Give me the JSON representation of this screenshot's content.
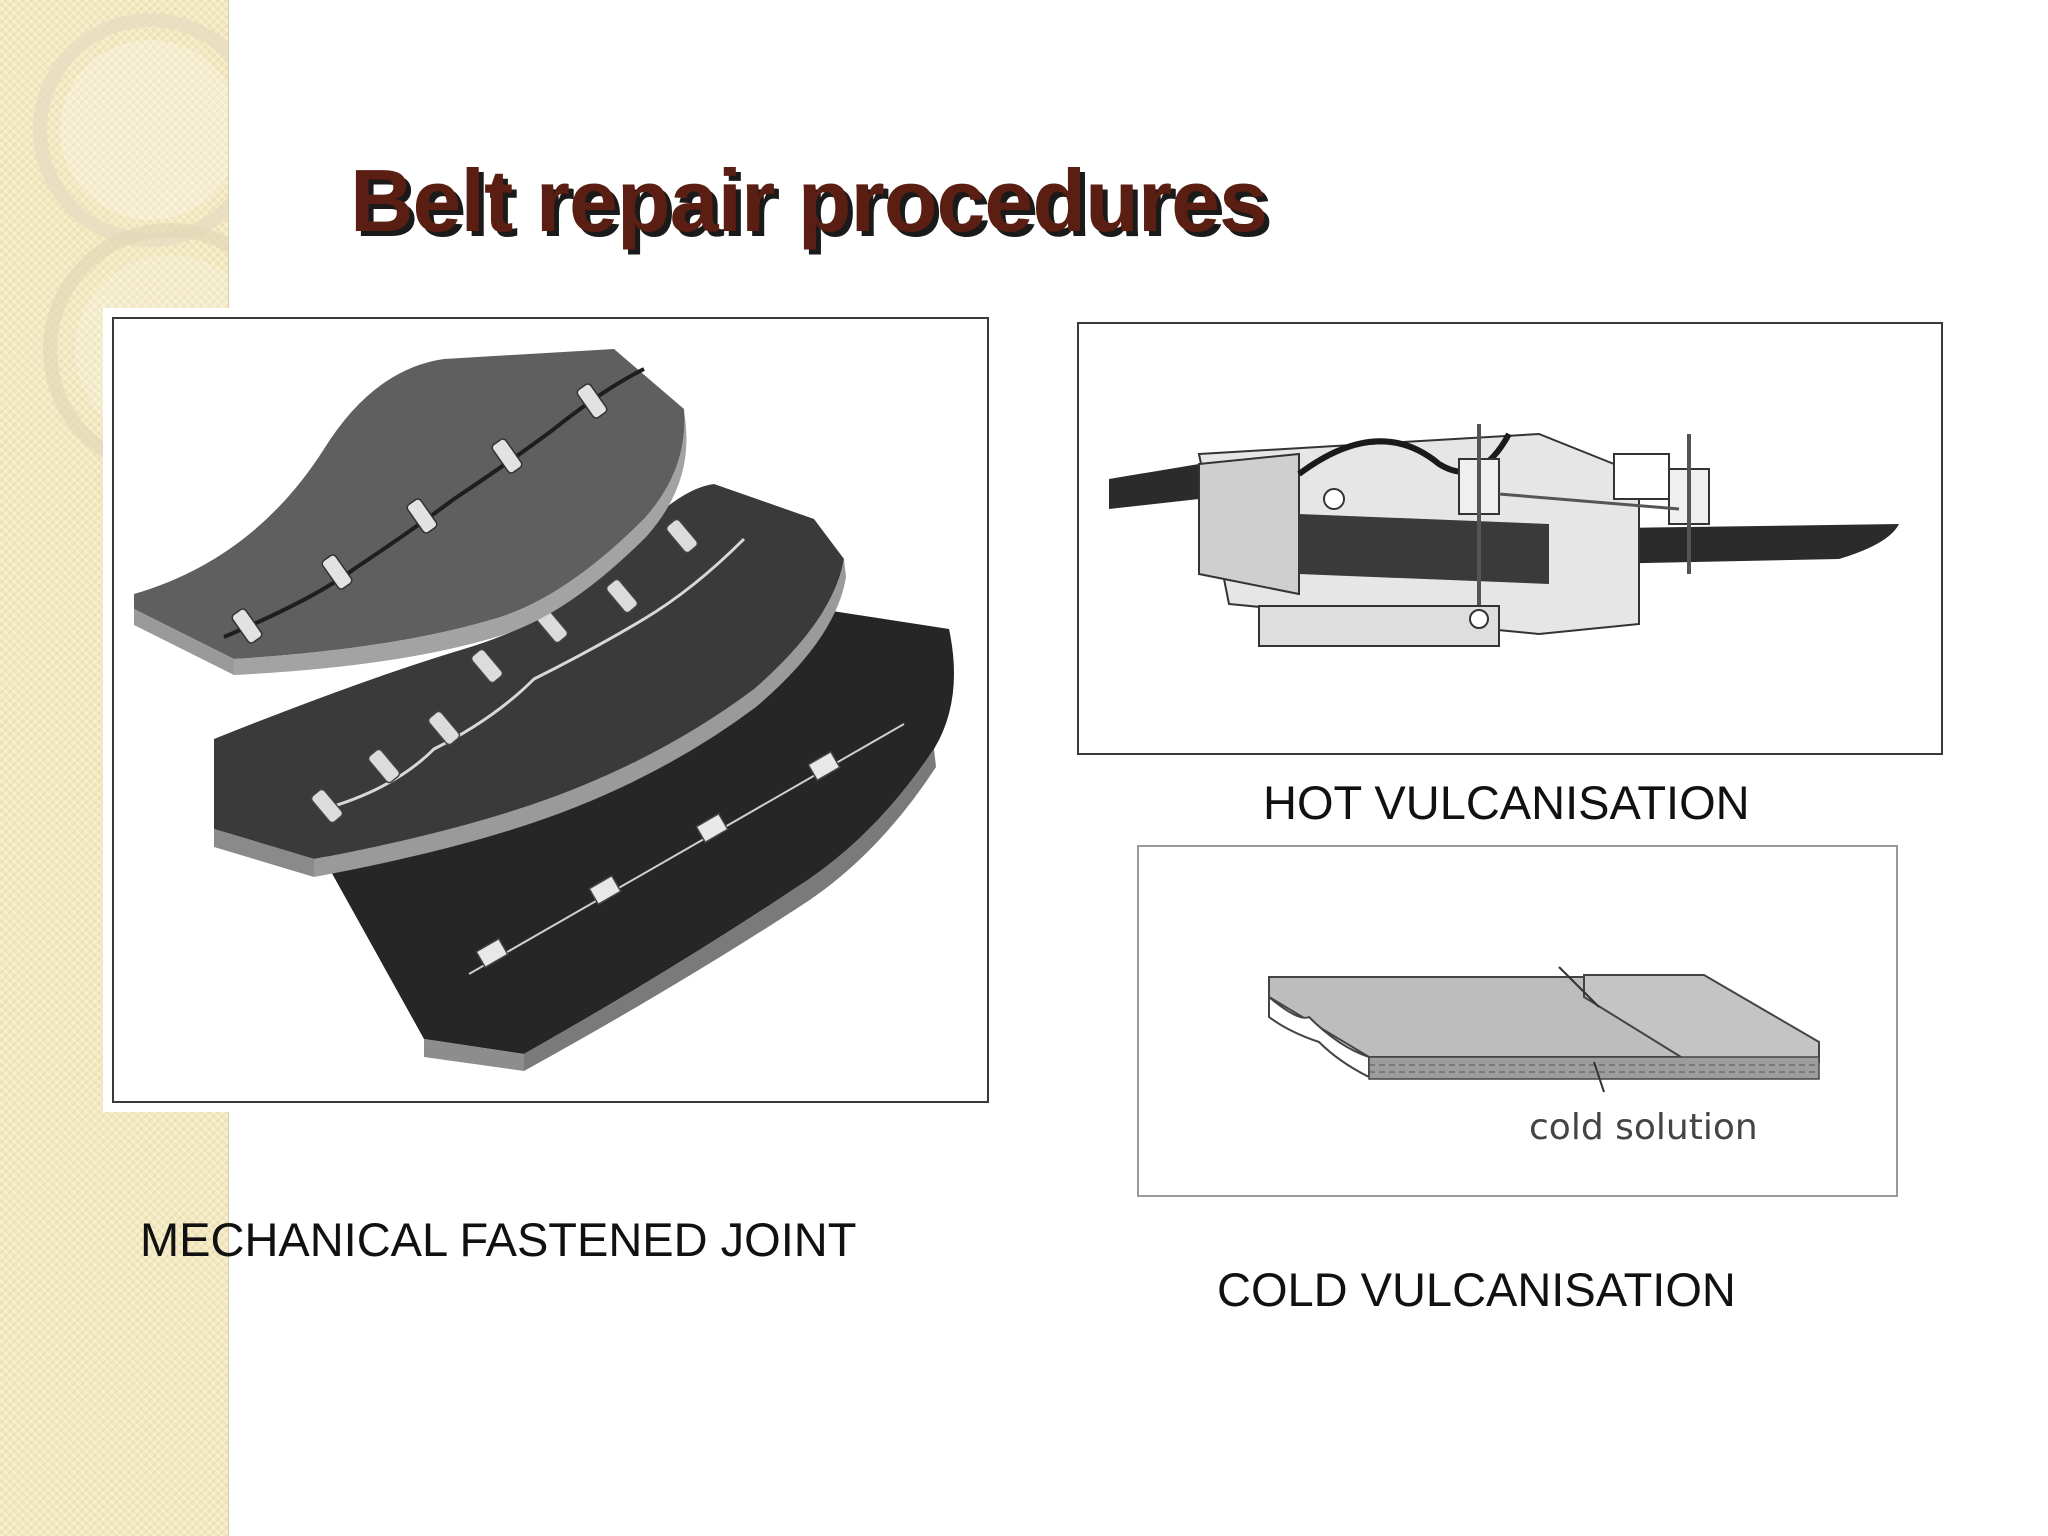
{
  "slide": {
    "title": "Belt repair procedures",
    "captions": {
      "mechanical": "MECHANICAL FASTENED JOINT",
      "hot": "HOT VULCANISATION",
      "cold": "COLD VULCANISATION"
    },
    "cold_diagram_label": "cold solution"
  },
  "colors": {
    "title": "#5a1e12",
    "title_shadow": "#1a1a1a",
    "side_band": "#f3e8bf",
    "belt_dark": "#2e2e2e",
    "belt_mid": "#555555",
    "belt_edge": "#9a9a9a"
  }
}
